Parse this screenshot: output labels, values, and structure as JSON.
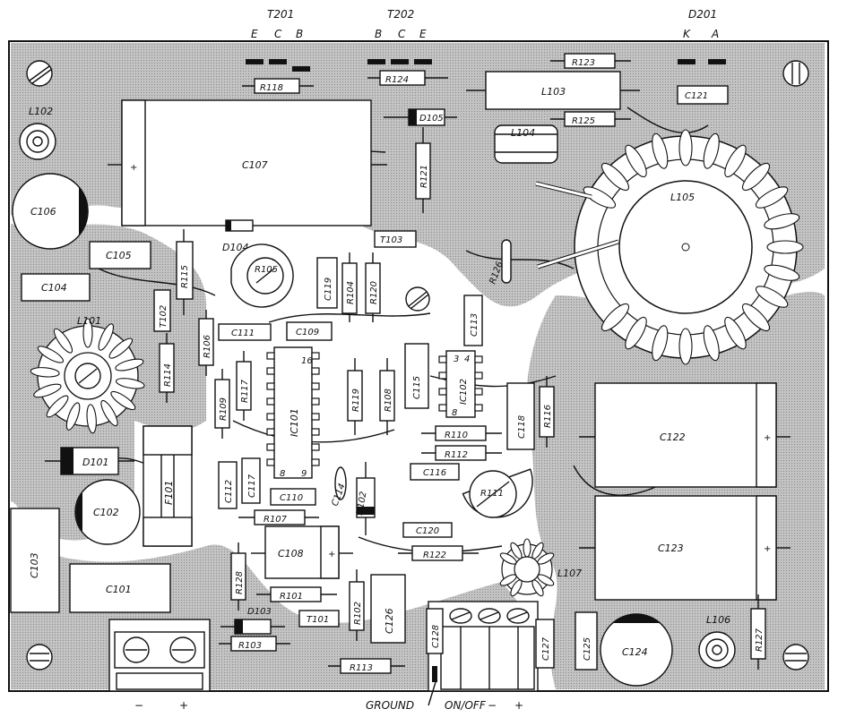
{
  "header": {
    "t201": "T201",
    "t201_pins": [
      "E",
      "C",
      "B"
    ],
    "t202": "T202",
    "t202_pins": [
      "B",
      "C",
      "E"
    ],
    "d201": "D201",
    "d201_pins": [
      "K",
      "A"
    ]
  },
  "footer": {
    "minus_left": "−",
    "plus_left": "+",
    "ground": "GROUND",
    "on_off": "ON/OFF",
    "minus_right": "−",
    "plus_right": "+"
  },
  "parts": {
    "L102": "L102",
    "C106": "C106",
    "C107": "C107",
    "R118": "R118",
    "R124": "R124",
    "R123": "R123",
    "L103": "L103",
    "C121": "C121",
    "D105": "D105",
    "R125": "R125",
    "L104": "L104",
    "R121": "R121",
    "L105": "L105",
    "D104": "D104",
    "T103": "T103",
    "R126": "R126",
    "C105": "C105",
    "R115": "R115",
    "R105": "R105",
    "C119": "C119",
    "R104": "R104",
    "R120": "R120",
    "C104": "C104",
    "T102": "T102",
    "C113": "C113",
    "L101": "L101",
    "R106": "R106",
    "C111": "C111",
    "C109": "C109",
    "R114": "R114",
    "R117": "R117",
    "R109": "R109",
    "IC101": "IC101",
    "R119": "R119",
    "R108": "R108",
    "C115": "C115",
    "IC102": "IC102",
    "R116": "R116",
    "C118": "C118",
    "C122": "C122",
    "R110": "R110",
    "R112": "R112",
    "D101": "D101",
    "C116": "C116",
    "C112": "C112",
    "C117": "C117",
    "C114": "C114",
    "D102": "D102",
    "R111": "R111",
    "C110": "C110",
    "F101": "F101",
    "C102": "C102",
    "R107": "R107",
    "C120": "C120",
    "C103": "C103",
    "C108": "C108",
    "R122": "R122",
    "C123": "C123",
    "L107": "L107",
    "R128": "R128",
    "C101": "C101",
    "R101": "R101",
    "C126": "C126",
    "R102": "R102",
    "D103": "D103",
    "T101": "T101",
    "C128": "C128",
    "C127": "C127",
    "C125": "C125",
    "C124": "C124",
    "L106": "L106",
    "R127": "R127",
    "R103": "R103",
    "R113": "R113"
  },
  "ic_pins": {
    "ic101_top": "16",
    "ic101_bot1": "8",
    "ic101_bot2": "9",
    "ic102_top": "3",
    "ic102_top2": "4",
    "ic102_bot": "8"
  },
  "polarity": {
    "plus": "+"
  },
  "colors": {
    "board": "#ffffff",
    "copper": "#bdbdbd",
    "ink": "#111111"
  }
}
